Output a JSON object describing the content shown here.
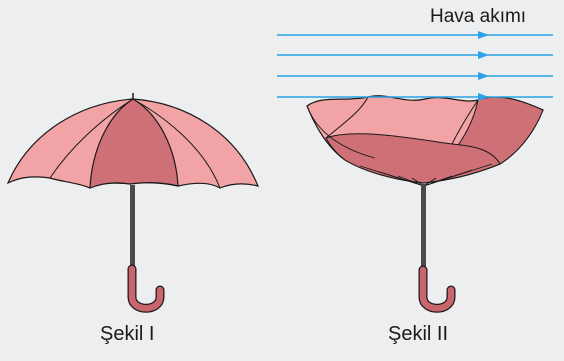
{
  "figure": {
    "airflow_label": "Hava akımı",
    "captions": [
      "Şekil I",
      "Şekil II"
    ]
  },
  "colors": {
    "canopy_light": "#f2a3a5",
    "canopy_dark": "#cf7076",
    "shaft": "#4a4a4a",
    "handle": "#c9656c",
    "airflow": "#2ba3e6",
    "background": "#edeef0"
  },
  "icons": {
    "arrow": "arrow-right-icon"
  }
}
